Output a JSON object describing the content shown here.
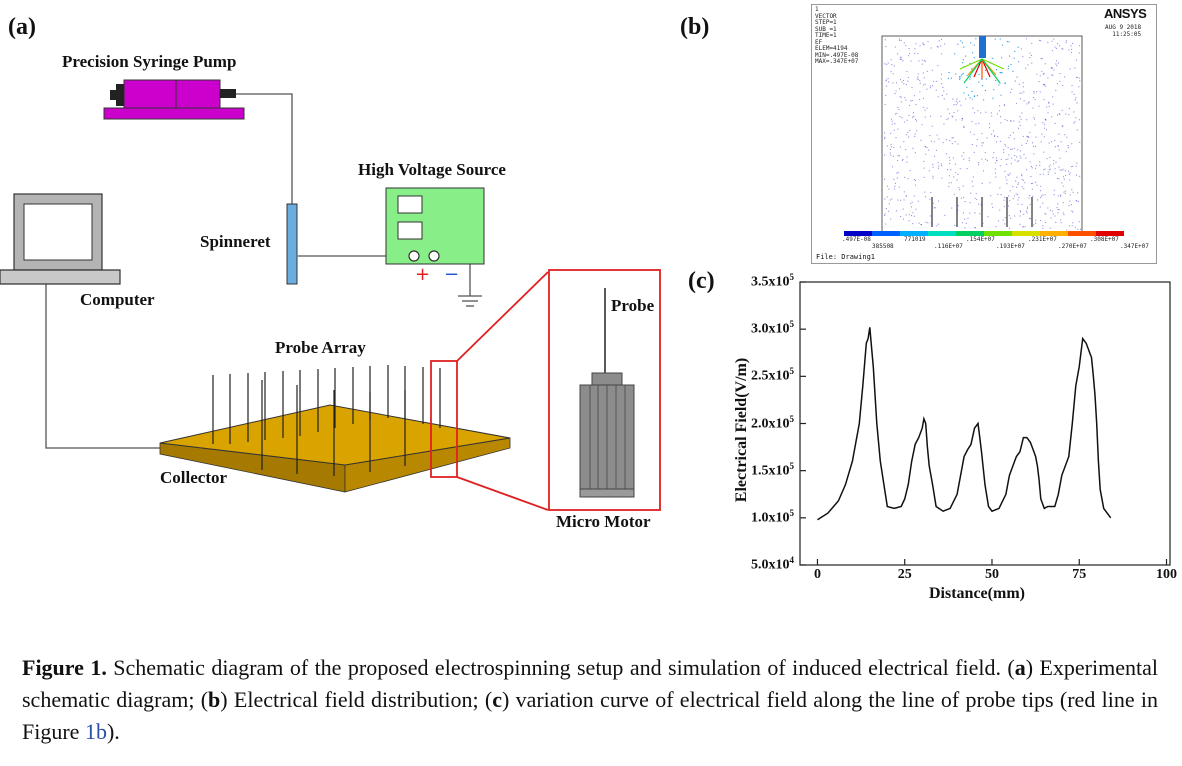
{
  "panel_a": {
    "label": "(a)",
    "syringe_pump": "Precision Syringe Pump",
    "high_voltage": "High Voltage Source",
    "spinneret": "Spinneret",
    "computer": "Computer",
    "probe_array": "Probe Array",
    "collector": "Collector",
    "probe": "Probe",
    "micro_motor": "Micro Motor",
    "plus": "+",
    "minus": "−",
    "colors": {
      "pump": "#cc00cc",
      "voltage_box": "#88ee88",
      "spinneret": "#6aaee0",
      "collector": "#d9a300",
      "motor": "#8c8c8c",
      "highlight": "#e02020"
    }
  },
  "panel_b": {
    "label": "(b)",
    "header": [
      "1",
      "VECTOR",
      "STEP=1",
      "SUB =1",
      "TIME=1",
      "EF",
      "ELEM=4194",
      "MIN=.497E-08",
      "MAX=.347E+07"
    ],
    "logo": "ANSYS",
    "date": "AUG  9 2018",
    "time": "11:25:05",
    "colorbar_top": [
      ".497E-08",
      "771019",
      ".154E+07",
      ".231E+07",
      ".308E+07"
    ],
    "colorbar_bottom": [
      "385508",
      ".116E+07",
      ".193E+07",
      ".270E+07",
      ".347E+07"
    ],
    "file": "File: Drawing1",
    "colorbar_colors": [
      "#0000c8",
      "#0060ff",
      "#00b0ff",
      "#00e0c0",
      "#00d060",
      "#70e000",
      "#d8e000",
      "#ffb000",
      "#ff5000",
      "#e00000"
    ]
  },
  "panel_c": {
    "label": "(c)",
    "chart_data": {
      "type": "line",
      "xlabel": "Distance(mm)",
      "ylabel": "Electrical Field(V/m)",
      "xlim": [
        -5,
        101
      ],
      "ylim": [
        50000,
        350000
      ],
      "x_ticks": [
        "0",
        "25",
        "50",
        "75",
        "100"
      ],
      "y_ticks": [
        {
          "mant": "5.0x10",
          "exp": "4"
        },
        {
          "mant": "1.0x10",
          "exp": "5"
        },
        {
          "mant": "1.5x10",
          "exp": "5"
        },
        {
          "mant": "2.0x10",
          "exp": "5"
        },
        {
          "mant": "2.5x10",
          "exp": "5"
        },
        {
          "mant": "3.0x10",
          "exp": "5"
        },
        {
          "mant": "3.5x10",
          "exp": "5"
        }
      ],
      "series": [
        {
          "x": [
            0,
            3,
            6,
            8,
            10,
            12,
            13,
            14,
            14.5,
            15,
            15.5,
            16,
            17,
            18,
            20,
            22,
            24,
            25,
            26,
            27,
            28,
            29,
            30,
            30.5,
            31,
            31.5,
            32,
            33,
            34,
            36,
            38,
            40,
            41,
            42,
            43,
            44,
            45,
            46,
            46.5,
            47,
            48,
            49,
            50,
            52,
            54,
            55,
            56,
            57,
            58,
            59,
            60,
            61,
            62,
            62.5,
            63,
            63.5,
            64,
            65,
            66,
            68,
            69,
            70,
            72,
            73,
            74,
            75,
            76,
            77,
            78,
            78.5,
            79,
            79.5,
            80,
            80.5,
            81,
            82,
            84,
            86,
            88,
            90,
            92
          ],
          "y": [
            98000,
            105000,
            118000,
            135000,
            160000,
            200000,
            240000,
            285000,
            290000,
            302000,
            280000,
            260000,
            200000,
            160000,
            112000,
            110000,
            112000,
            120000,
            135000,
            160000,
            178000,
            185000,
            195000,
            205000,
            200000,
            175000,
            155000,
            135000,
            112000,
            107000,
            110000,
            125000,
            145000,
            165000,
            172000,
            178000,
            195000,
            200000,
            185000,
            170000,
            135000,
            112000,
            107000,
            110000,
            125000,
            145000,
            155000,
            165000,
            170000,
            185000,
            185000,
            180000,
            170000,
            165000,
            155000,
            140000,
            120000,
            110000,
            112000,
            112000,
            125000,
            145000,
            165000,
            200000,
            240000,
            260000,
            290000,
            285000,
            275000,
            270000,
            252000,
            230000,
            200000,
            160000,
            130000,
            110000,
            100000
          ]
        }
      ]
    }
  },
  "caption": {
    "fig": "Figure 1.",
    "t1": " Schematic diagram of the proposed electrospinning setup and simulation of induced electrical field.  (",
    "a": "a",
    "t2": ") Experimental schematic diagram; (",
    "b": "b",
    "t3": ") Electrical field distribution; (",
    "c": "c",
    "t4": ") variation curve of electrical field along the line of probe tips (red line in Figure ",
    "ref": "1b",
    "t5": ")."
  }
}
